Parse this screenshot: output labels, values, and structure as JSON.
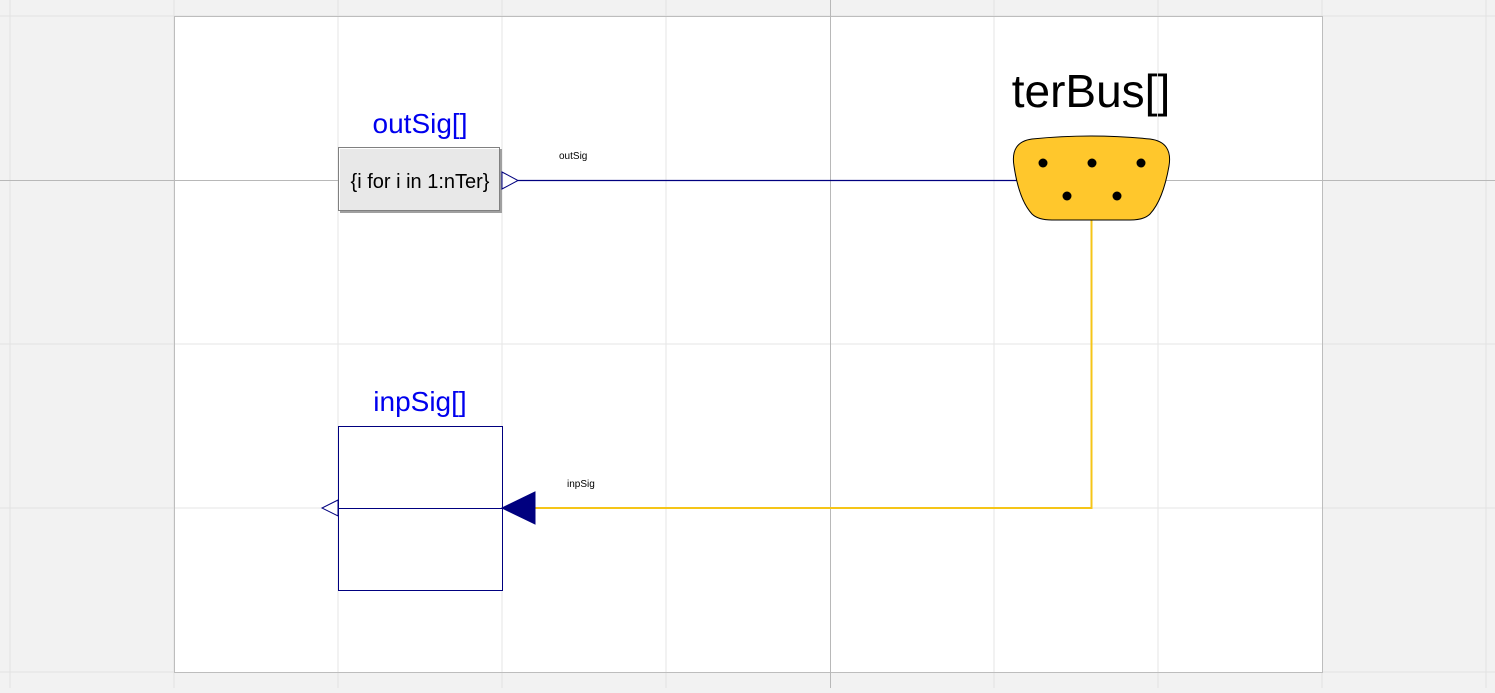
{
  "diagram": {
    "components": {
      "out_sig": {
        "name": "outSig[]",
        "expression": "{i for i in 1:nTer}"
      },
      "inp_sig": {
        "name": "inpSig[]"
      },
      "ter_bus": {
        "name": "terBus[]"
      }
    },
    "connections": {
      "out_sig_label": "outSig",
      "inp_sig_label": "inpSig"
    },
    "colors": {
      "component_name": "#0000ee",
      "signal_line": "#00007f",
      "bus_line": "#f5c518",
      "bus_fill": "#ffc72c",
      "constant_fill": "#e8e8e8"
    }
  }
}
